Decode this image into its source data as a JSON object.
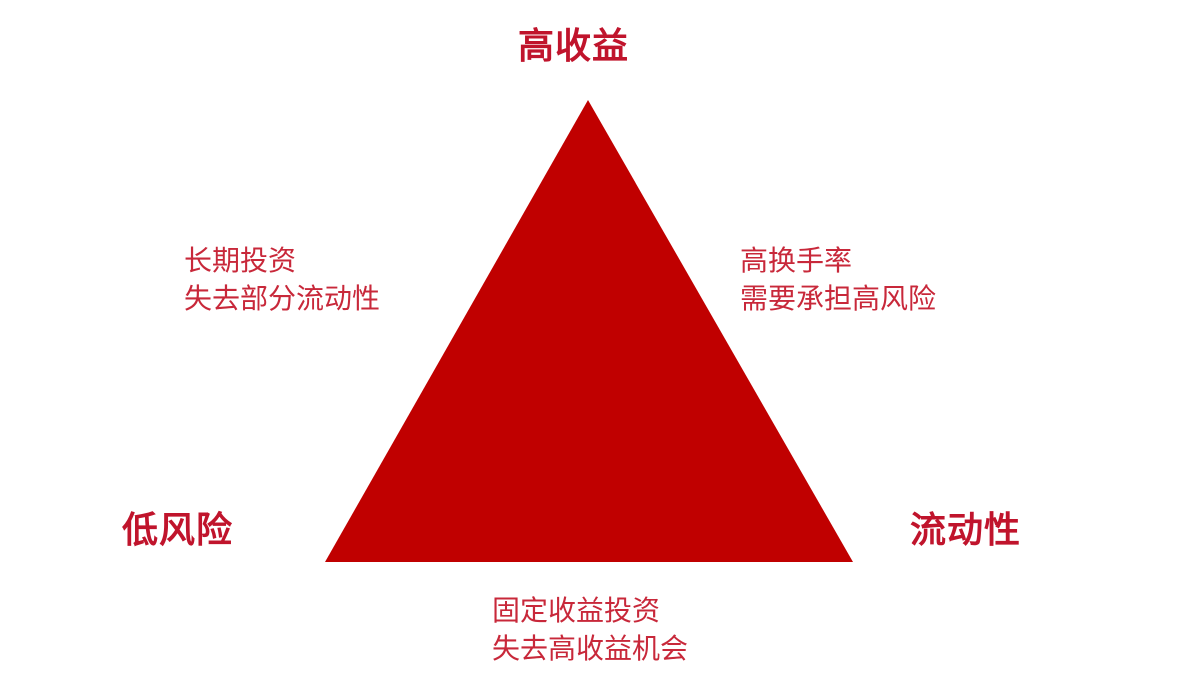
{
  "colors": {
    "triangle_fill": "#C00000",
    "label_color": "#C0142C",
    "note_color": "#C8283A",
    "background": "#FFFFFF"
  },
  "diagram": {
    "type": "triangle",
    "title": "",
    "vertices": {
      "top": {
        "label": "高收益"
      },
      "bottom_left": {
        "label": "低风险"
      },
      "bottom_right": {
        "label": "流动性"
      }
    },
    "edges": {
      "left": {
        "lines": [
          "长期投资",
          "失去部分流动性"
        ]
      },
      "right": {
        "lines": [
          "高换手率",
          "需要承担高风险"
        ]
      },
      "bottom": {
        "lines": [
          "固定收益投资",
          "失去高收益机会"
        ]
      }
    }
  }
}
